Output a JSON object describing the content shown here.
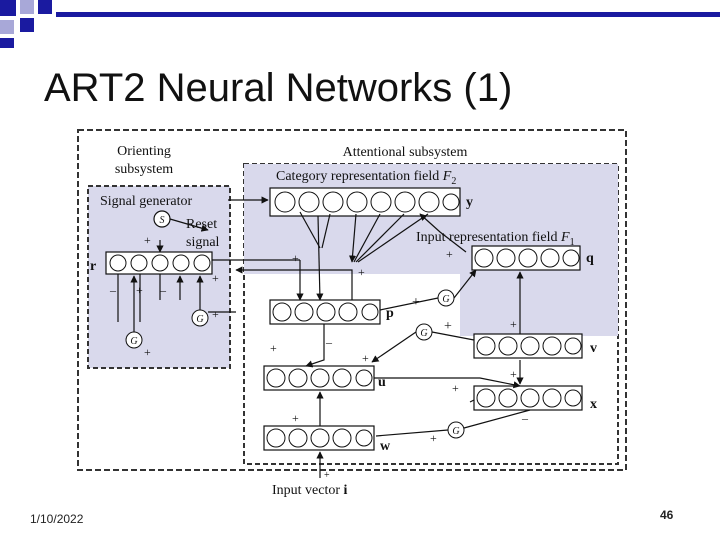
{
  "slide": {
    "title": "ART2 Neural Networks (1)",
    "date": "1/10/2022",
    "page_number": "46"
  },
  "diagram": {
    "orienting_label_1": "Orienting",
    "orienting_label_2": "subsystem",
    "attentional_label": "Attentional subsystem",
    "category_field_label": "Category representation field ",
    "category_field_var": "F",
    "category_field_sub": "2",
    "signal_generator": "Signal generator",
    "s_node": "S",
    "reset_1": "Reset",
    "reset_2": "signal",
    "input_field_label": "Input representation field ",
    "input_field_var": "F",
    "input_field_sub": "1",
    "layer_y": "y",
    "layer_q": "q",
    "layer_r": "r",
    "layer_p": "p",
    "layer_v": "v",
    "layer_u": "u",
    "layer_x": "x",
    "layer_w": "w",
    "gain": "G",
    "plus": "+",
    "minus": "–",
    "input_vector_label": "Input vector ",
    "input_vector_var": "i"
  },
  "colors": {
    "accent_blue": "#1a1aa0",
    "panel_fill": "#d9d9ec",
    "border_dark": "#333333"
  }
}
